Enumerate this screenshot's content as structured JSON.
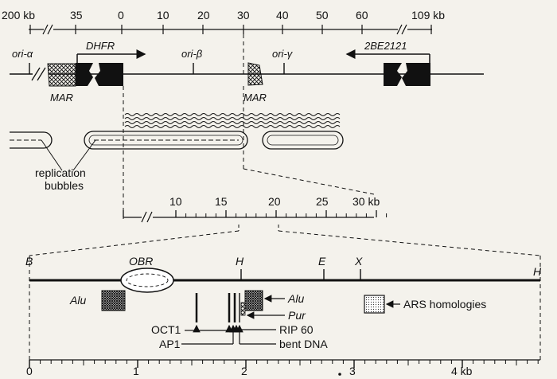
{
  "top_scale": {
    "ticks": [
      "200 kb",
      "35",
      "0",
      "10",
      "20",
      "30",
      "40",
      "50",
      "60",
      "109 kb"
    ]
  },
  "map": {
    "origins": [
      "ori-α",
      "ori-β",
      "ori-γ"
    ],
    "genes": [
      "DHFR",
      "2BE2121"
    ],
    "mar_labels": [
      "MAR",
      "MAR"
    ]
  },
  "bubbles": {
    "label_line1": "replication",
    "label_line2": "bubbles"
  },
  "mid_scale": {
    "ticks": [
      "10",
      "15",
      "20",
      "25",
      "30 kb"
    ]
  },
  "detail": {
    "sites": [
      "B",
      "OBR",
      "H",
      "E",
      "X",
      "H"
    ],
    "labels": {
      "alu_left": "Alu",
      "alu_right": "Alu",
      "pur": "Pur",
      "oct1": "OCT1",
      "ap1": "AP1",
      "rip60": "RIP 60",
      "bent": "bent DNA",
      "ars": "ARS homologies"
    }
  },
  "bottom_scale": {
    "ticks": [
      "0",
      "1",
      "2",
      "3",
      "4 kb"
    ]
  }
}
